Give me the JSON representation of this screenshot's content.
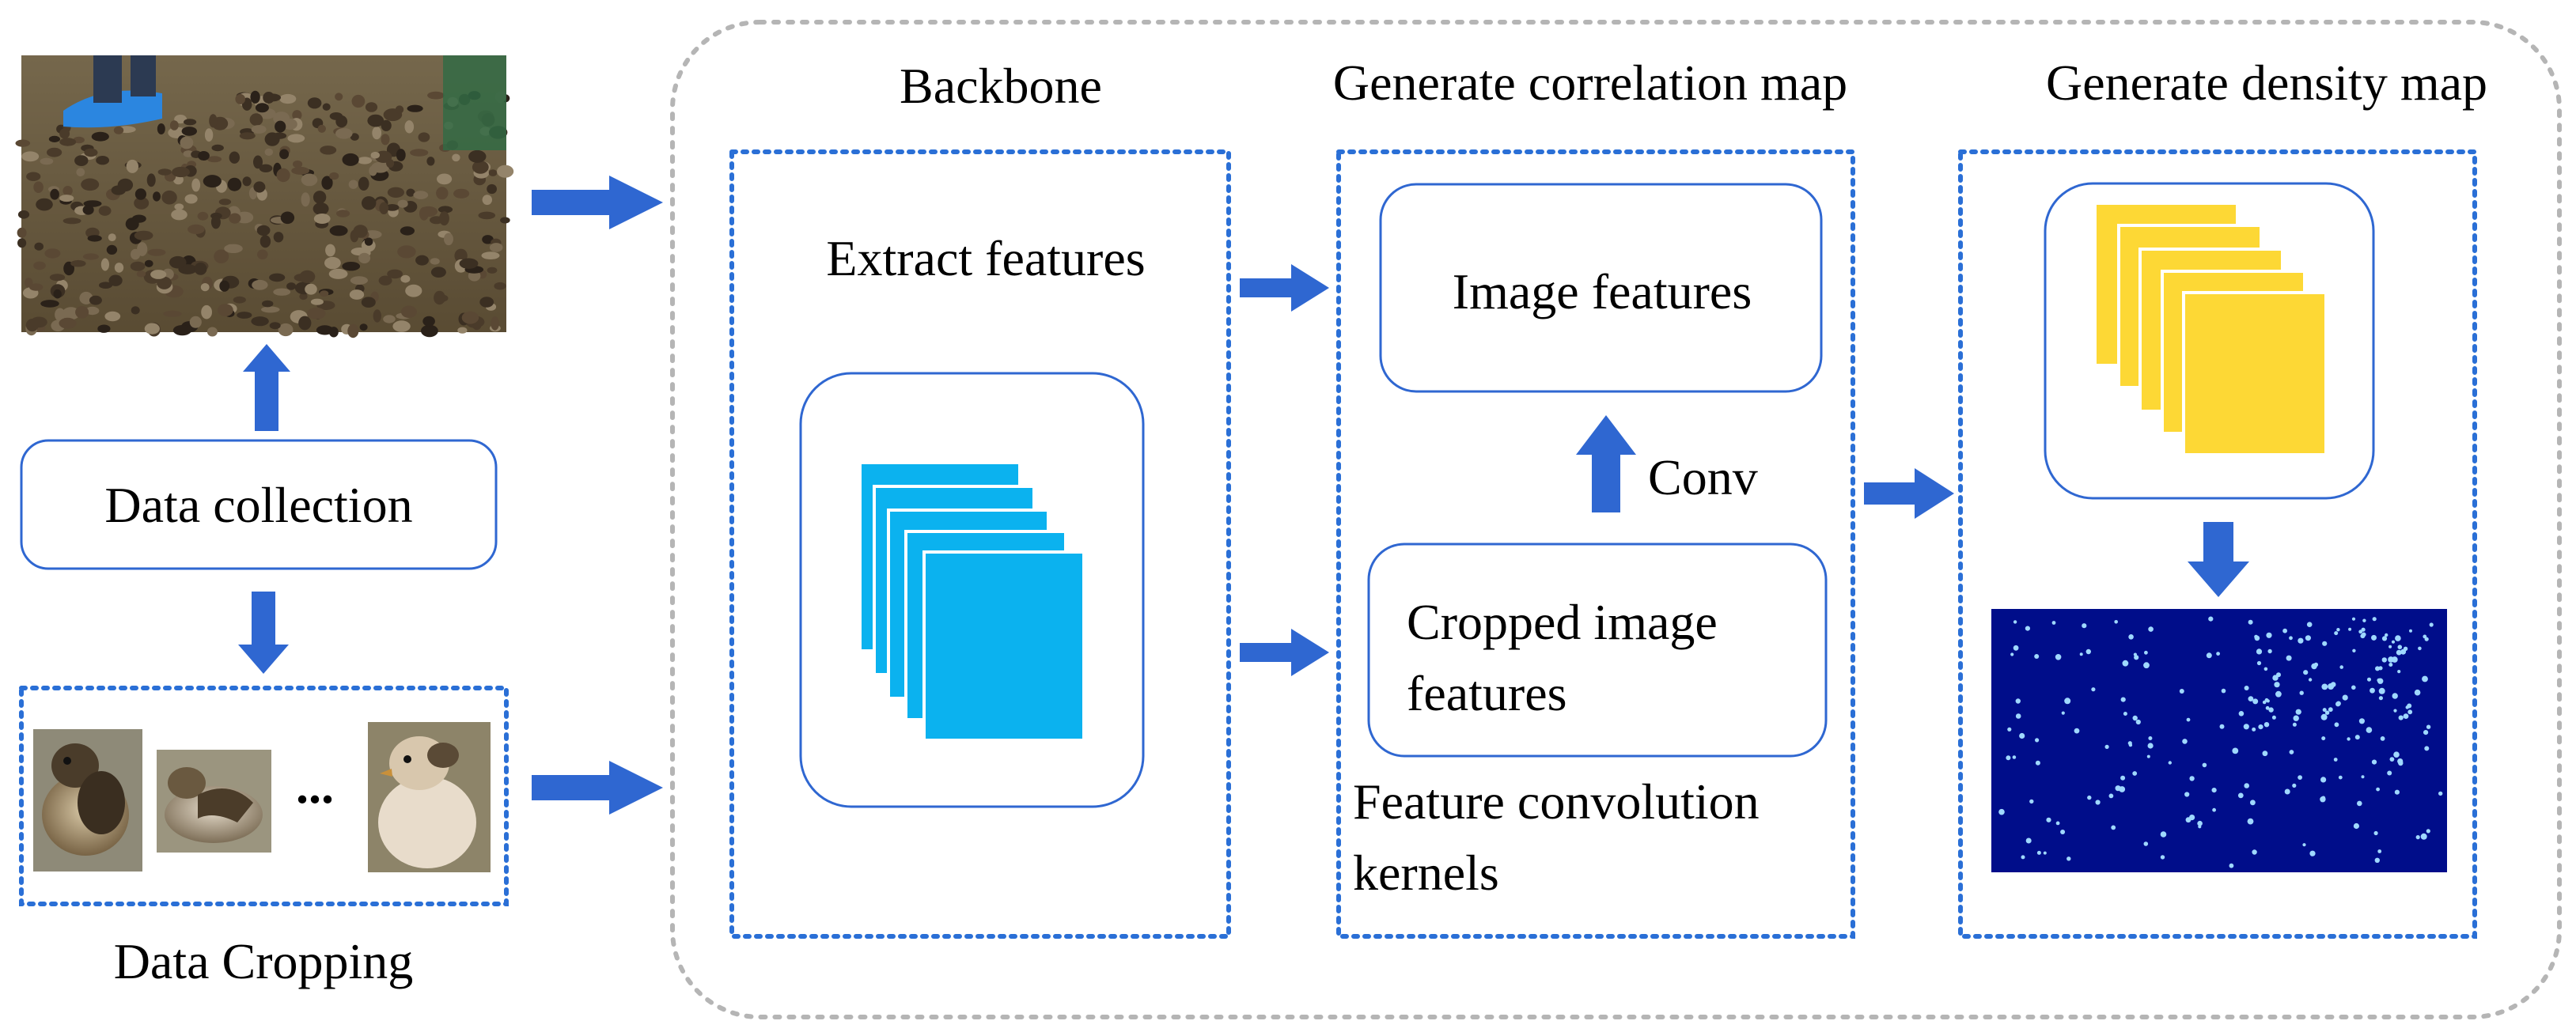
{
  "labels": {
    "backbone": "Backbone",
    "correlation_title": "Generate correlation map",
    "density_title": "Generate density map",
    "extract_features": "Extract features",
    "image_features": "Image features",
    "conv": "Conv",
    "cropped_line1": "Cropped image",
    "cropped_line2": "features",
    "kernels_line1": "Feature convolution",
    "kernels_line2": "kernels",
    "data_collection": "Data collection",
    "data_cropping": "Data Cropping",
    "ellipsis": "..."
  },
  "colors": {
    "arrow": "#2f67d1",
    "box_border": "#2f67d1",
    "dotted_border": "#2a6fd6",
    "outer_dashed": "#b5b5b5",
    "feature_maps": "#0bb2ef",
    "density_maps": "#fdd835",
    "density_background": "#000d8a",
    "density_dots": "#9fd8ff"
  },
  "icons": {
    "photo": "chicks-crowd-photo",
    "crops": "chick-crop-photo",
    "feature_stack": "feature-map-stack-icon",
    "density_stack": "density-map-stack-icon",
    "density_map": "density-map-image"
  }
}
